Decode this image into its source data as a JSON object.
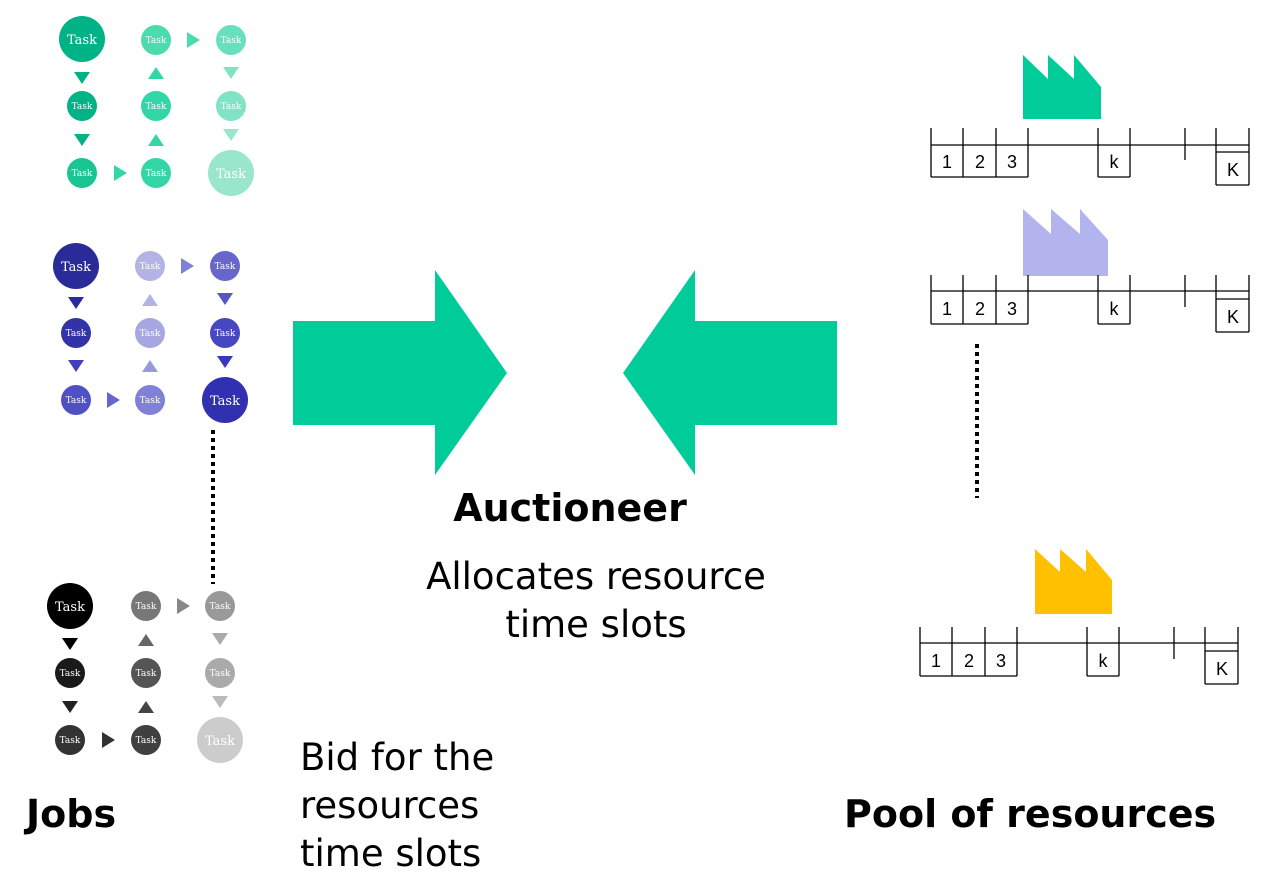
{
  "labels": {
    "jobs": "Jobs",
    "auctioneer": "Auctioneer",
    "auctioneer_desc": "Allocates resource\ntime slots",
    "bid_desc": "Bid for the\nresources\ntime slots",
    "pool": "Pool of resources"
  },
  "task_label": "Task",
  "slot_labels": [
    "1",
    "2",
    "3",
    "k",
    "K"
  ],
  "colors": {
    "arrow": "#00cc99",
    "job_green": [
      "#00b386",
      "#33d6a6",
      "#66e0bf",
      "#99e6cc"
    ],
    "job_blue": [
      "#2a2a99",
      "#4747bf",
      "#8080d6",
      "#b3b3e6"
    ],
    "job_gray": [
      "#000000",
      "#333333",
      "#666666",
      "#999999",
      "#cccccc"
    ],
    "factory_green": "#00cc99",
    "factory_purple": "#b3b3ee",
    "factory_yellow": "#ffc000"
  }
}
